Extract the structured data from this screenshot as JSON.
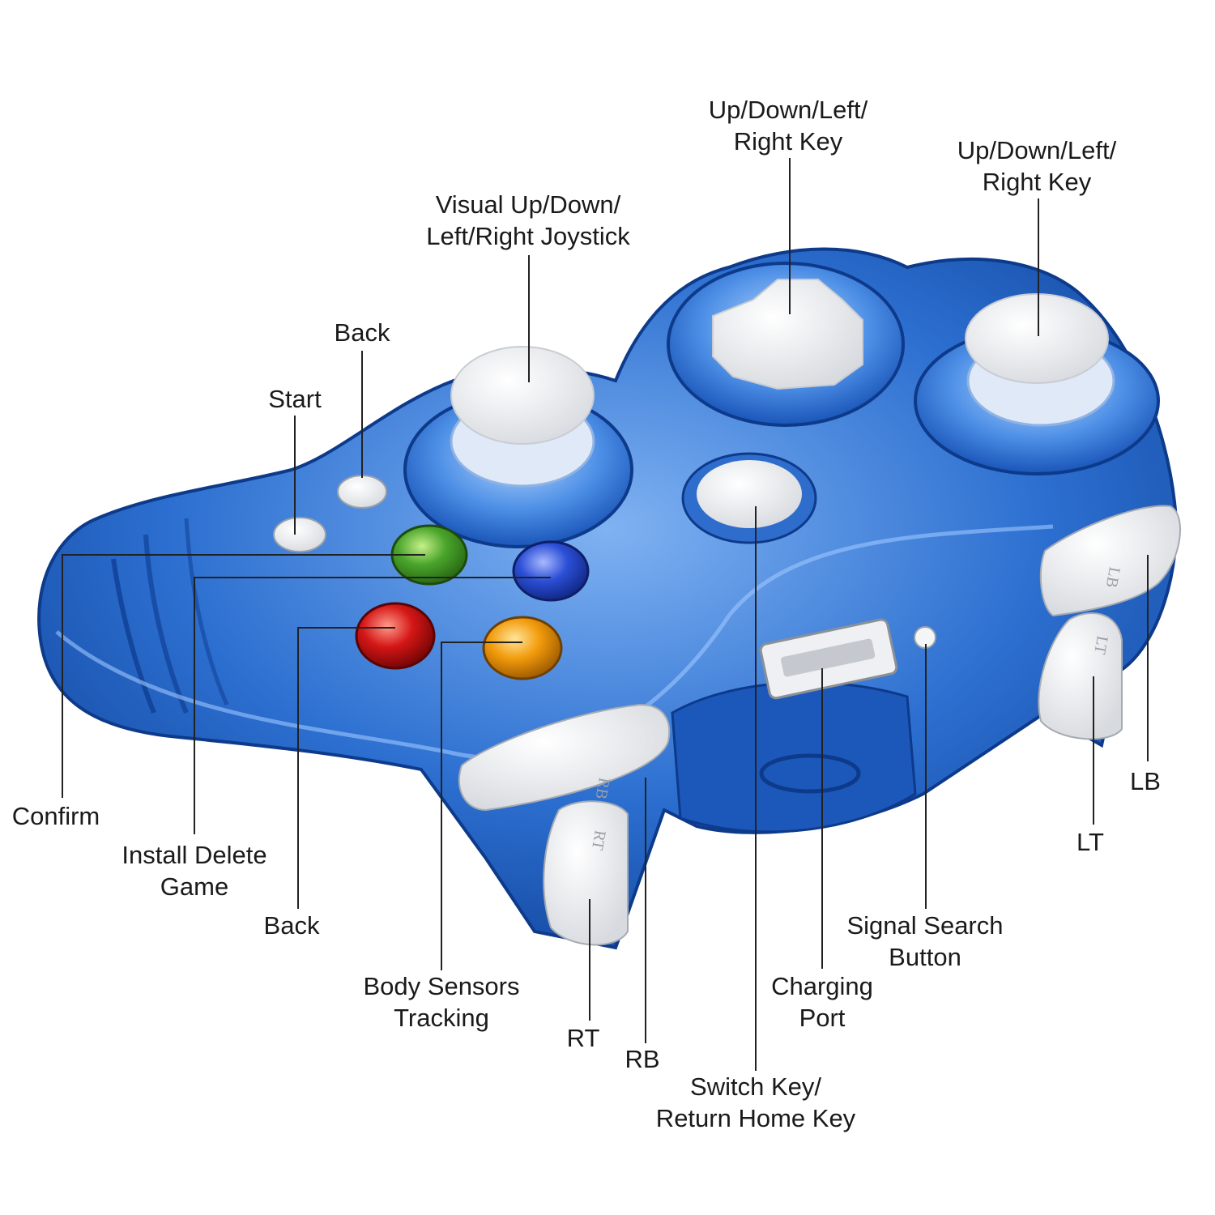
{
  "colors": {
    "body": "#1f5fc2",
    "body_light": "#5c97e8",
    "body_dark": "#0d3f94",
    "trigger": "#f1f2f4",
    "button_green": "#4aa52b",
    "button_blue": "#2b4fd6",
    "button_red": "#d41616",
    "button_yellow": "#f29b0c",
    "leader_line": "#222222"
  },
  "labels": {
    "right_dpad": {
      "line1": "Up/Down/Left/",
      "line2": "Right Key"
    },
    "right_stick": {
      "line1": "Up/Down/Left/",
      "line2": "Right Key"
    },
    "left_stick": {
      "line1": "Visual Up/Down/",
      "line2": "Left/Right Joystick"
    },
    "back_top": {
      "line1": "Back"
    },
    "start": {
      "line1": "Start"
    },
    "confirm": {
      "line1": "Confirm"
    },
    "install": {
      "line1": "Install Delete",
      "line2": "Game"
    },
    "back_bottom": {
      "line1": "Back"
    },
    "body_sensors": {
      "line1": "Body Sensors",
      "line2": "Tracking"
    },
    "rt": {
      "line1": "RT"
    },
    "rb": {
      "line1": "RB"
    },
    "switch_key": {
      "line1": "Switch Key/",
      "line2": "Return Home Key"
    },
    "charging": {
      "line1": "Charging",
      "line2": "Port"
    },
    "signal": {
      "line1": "Signal Search",
      "line2": "Button"
    },
    "lt": {
      "line1": "LT"
    },
    "lb": {
      "line1": "LB"
    }
  },
  "controller_text": {
    "rb_trigger": "RB",
    "rt_trigger": "RT",
    "lb_trigger": "LB",
    "lt_trigger": "LT"
  }
}
